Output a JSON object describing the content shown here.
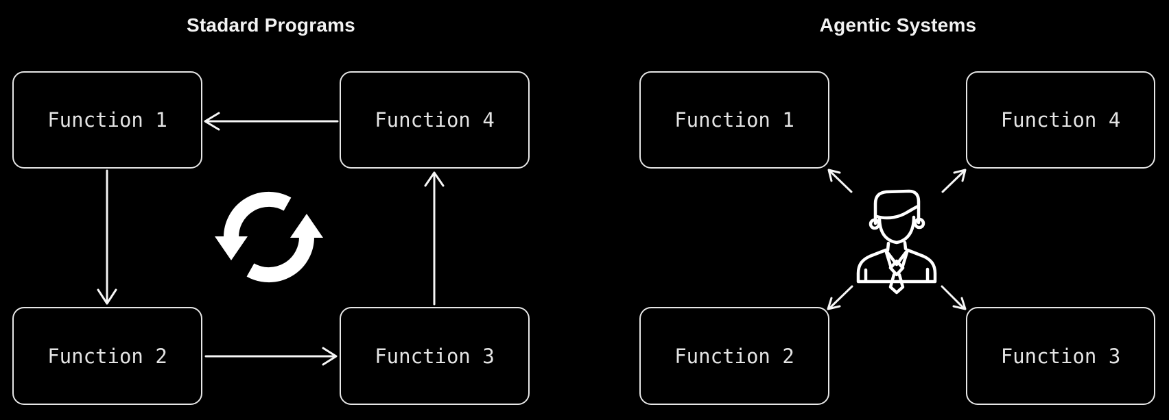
{
  "panels": {
    "left": {
      "title": "Stadard Programs",
      "boxes": [
        {
          "label": "Function 1"
        },
        {
          "label": "Function 2"
        },
        {
          "label": "Function 3"
        },
        {
          "label": "Function 4"
        }
      ],
      "center_icon": "cycle-sync-icon",
      "edges": [
        "Function 1 -> Function 2",
        "Function 2 -> Function 3",
        "Function 3 -> Function 4",
        "Function 4 -> Function 1"
      ]
    },
    "right": {
      "title": "Agentic Systems",
      "boxes": [
        {
          "label": "Function 1"
        },
        {
          "label": "Function 2"
        },
        {
          "label": "Function 3"
        },
        {
          "label": "Function 4"
        }
      ],
      "center_icon": "person-icon",
      "edges": [
        "Person -> Function 1",
        "Person -> Function 2",
        "Person -> Function 3",
        "Person -> Function 4"
      ]
    }
  },
  "colors": {
    "background": "#000000",
    "box_border": "#e7e7e7",
    "box_label": "#e4e4e4",
    "title": "#f2f2f2",
    "arrow": "#f6f6f6",
    "icon": "#ffffff"
  }
}
